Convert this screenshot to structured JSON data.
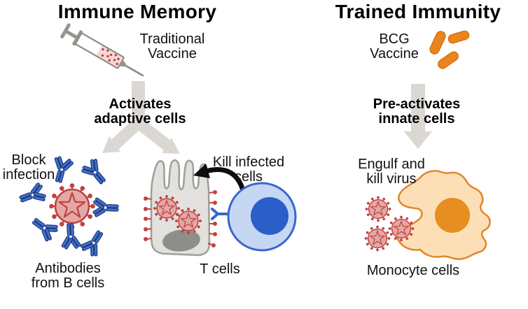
{
  "left_panel": {
    "title": "Immune Memory",
    "vaccine_label": "Traditional\nVaccine",
    "arrow_label": "Activates\nadaptive cells",
    "block_label": "Block\ninfection",
    "antibodies_label": "Antibodies\nfrom B cells",
    "kill_label": "Kill infected\ncells",
    "tcell_label": "T cells"
  },
  "right_panel": {
    "title": "Trained Immunity",
    "vaccine_label": "BCG\nVaccine",
    "arrow_label": "Pre-activates\ninnate cells",
    "engulf_label": "Engulf and\nkill virus",
    "monocyte_label": "Monocyte cells"
  },
  "icons": {
    "syringe": "syringe-icon",
    "split_arrow": "split-arrow-icon",
    "down_arrow": "down-arrow-icon",
    "antibody": "antibody-icon",
    "virus": "virus-icon",
    "infected_cell": "infected-cell-icon",
    "kill_arrow": "kill-arrow-icon",
    "t_cell": "tcell-icon",
    "bcg_bacteria": "bcg-bacteria-icon",
    "monocyte": "monocyte-icon"
  },
  "colors": {
    "text_black": "#111111",
    "arrow_gray": "#dbd8d3",
    "syringe_gray": "#95948f",
    "vaccine_liquid": "#f5d9d6",
    "antibody_blue": "#4673c9",
    "antibody_outline": "#1c3a85",
    "virus_fill": "#e3a8a5",
    "virus_red": "#c04240",
    "infected_cell_fill": "#e2e1dd",
    "infected_cell_outline": "#9f9e98",
    "infected_cell_nucleus": "#8e8f88",
    "tcell_fill": "#c6d7f3",
    "tcell_outline": "#3a66cc",
    "tcell_nucleus": "#2c5ec9",
    "bcg_orange": "#ea851d",
    "bcg_outline": "#d8740e",
    "monocyte_fill": "#fcdfb6",
    "monocyte_outline": "#e2862c",
    "monocyte_nucleus": "#e88d1f",
    "kill_arrow_black": "#0d0d0d"
  }
}
